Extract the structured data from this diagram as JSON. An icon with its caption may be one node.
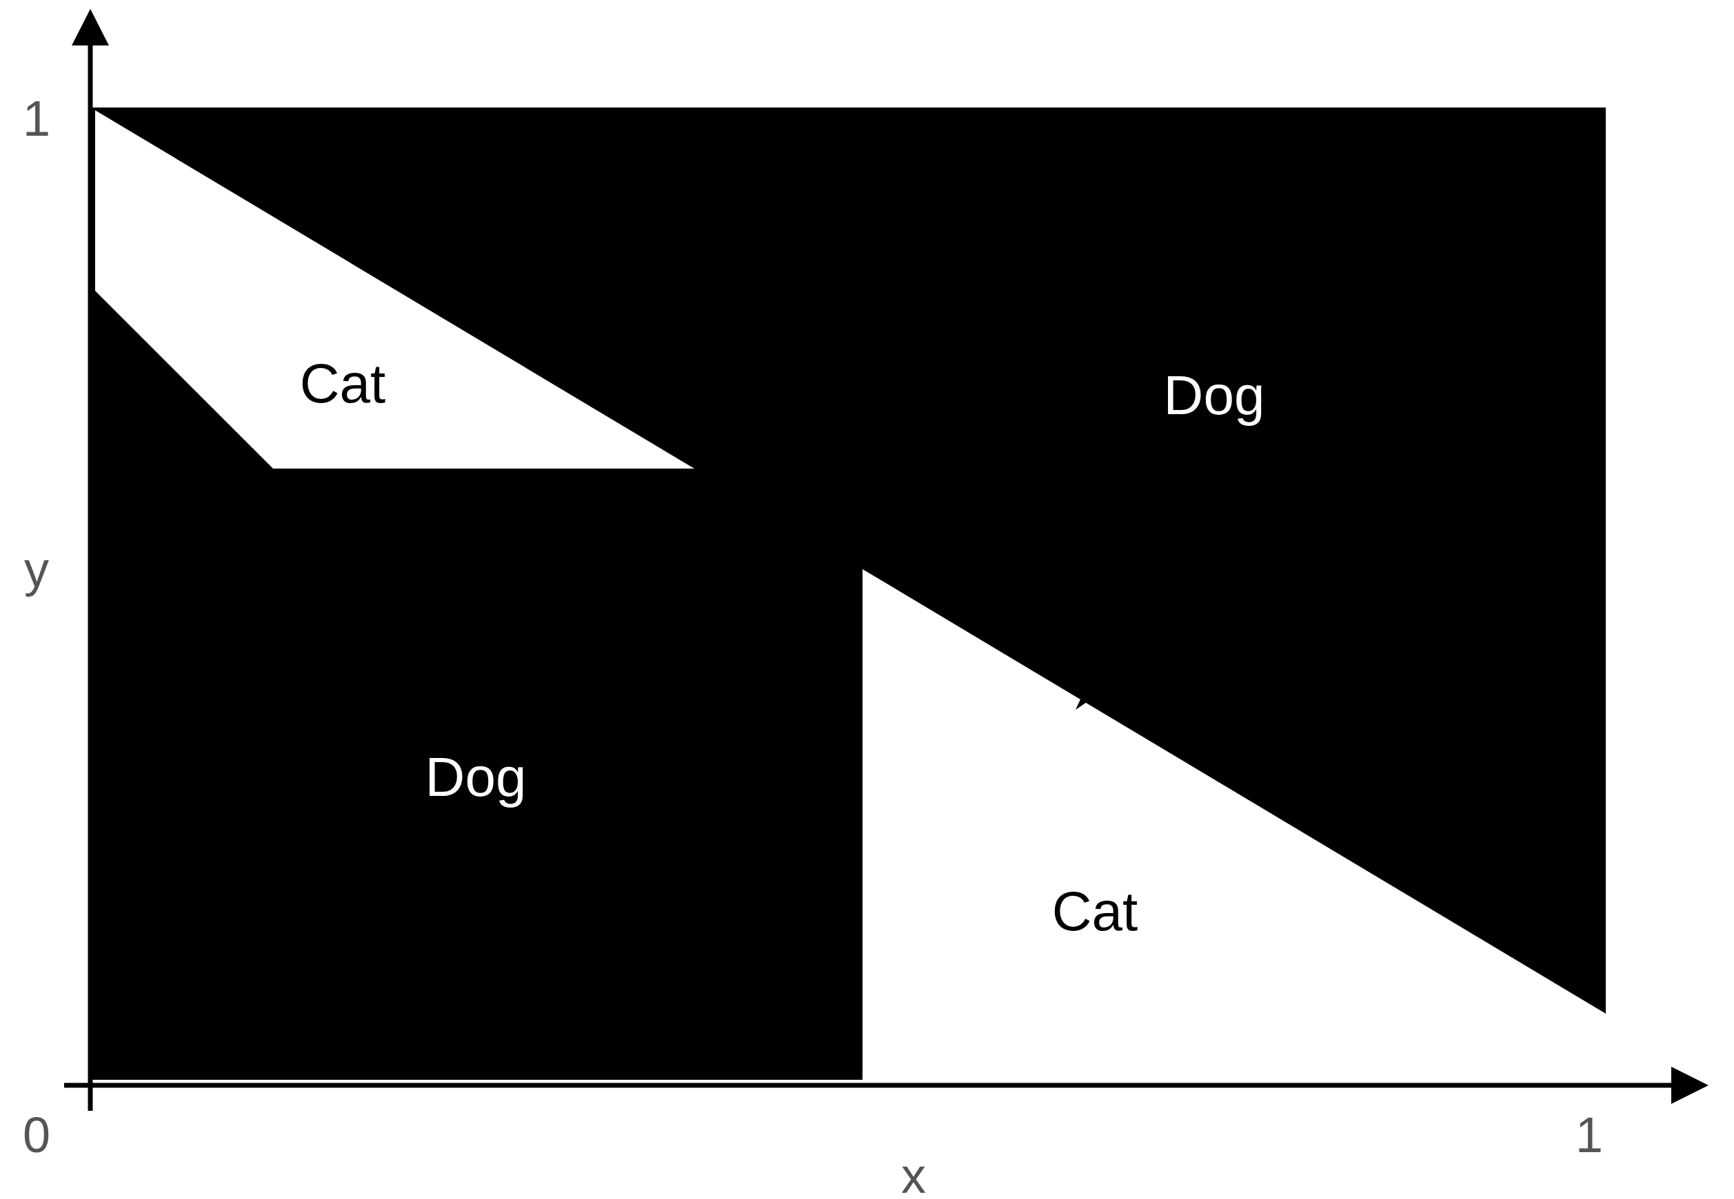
{
  "diagram": {
    "labels": [
      "1",
      "Cat",
      "Dog",
      "y",
      "Dog",
      "Cat",
      "0",
      "1",
      "x"
    ]
  }
}
